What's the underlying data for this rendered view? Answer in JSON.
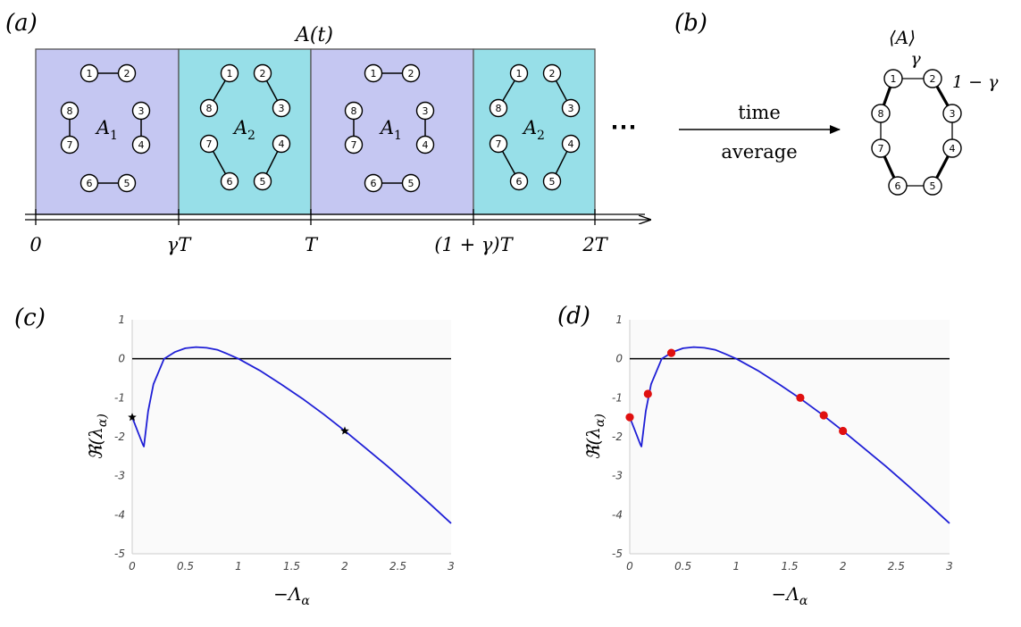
{
  "panel_labels": {
    "a": "(a)",
    "b": "(b)",
    "c": "(c)",
    "d": "(d)"
  },
  "schedule": {
    "title": "A(t)",
    "blocks": [
      {
        "label": "A",
        "sub": "1",
        "color": "#c5c7f2"
      },
      {
        "label": "A",
        "sub": "2",
        "color": "#97dfe8"
      },
      {
        "label": "A",
        "sub": "1",
        "color": "#c5c7f2"
      },
      {
        "label": "A",
        "sub": "2",
        "color": "#97dfe8"
      }
    ],
    "ellipsis": "⋯",
    "time_ticks": [
      "0",
      "γT",
      "T",
      "(1 + γ)T",
      "2T"
    ]
  },
  "average": {
    "arrow_top": "time",
    "arrow_bottom": "average",
    "title": "⟨A⟩",
    "gamma_label": "γ",
    "one_minus_gamma_label": "1 − γ"
  },
  "node_labels": [
    "1",
    "2",
    "3",
    "4",
    "5",
    "6",
    "7",
    "8"
  ],
  "plot_axes": {
    "ylabel": "ℜ(λ_α)",
    "xlabel": "−Λ_α",
    "xticks": [
      "0",
      "0.5",
      "1",
      "1.5",
      "2",
      "2.5",
      "3"
    ],
    "yticks": [
      "1",
      "0",
      "-1",
      "-2",
      "-3",
      "-4",
      "-5"
    ]
  },
  "colors": {
    "curve": "#1f1fd6",
    "zero_line": "#000000",
    "dots": "#e01010",
    "stars": "#000000"
  },
  "chart_data": [
    {
      "type": "line",
      "xlim": [
        0,
        3
      ],
      "ylim": [
        -5,
        1
      ],
      "grid": false,
      "series": [
        {
          "values_x": [
            0,
            0.05,
            0.1,
            0.11,
            0.15,
            0.2,
            0.3,
            0.4,
            0.5,
            0.6,
            0.7,
            0.8,
            0.9,
            1.0,
            1.2,
            1.4,
            1.6,
            1.8,
            2.0,
            2.2,
            2.4,
            2.6,
            2.8,
            3.0
          ],
          "values_y": [
            -1.5,
            -1.85,
            -2.2,
            -2.25,
            -1.35,
            -0.65,
            0.0,
            0.17,
            0.27,
            0.3,
            0.28,
            0.23,
            0.12,
            0.0,
            -0.3,
            -0.65,
            -1.02,
            -1.42,
            -1.85,
            -2.3,
            -2.75,
            -3.23,
            -3.72,
            -4.22
          ]
        }
      ],
      "hline_y": 0,
      "markers": {
        "shape": "star",
        "points": [
          [
            0,
            -1.5
          ],
          [
            2.0,
            -1.85
          ]
        ]
      }
    },
    {
      "type": "line",
      "xlim": [
        0,
        3
      ],
      "ylim": [
        -5,
        1
      ],
      "grid": false,
      "series": [
        {
          "values_x": [
            0,
            0.05,
            0.1,
            0.11,
            0.15,
            0.2,
            0.3,
            0.4,
            0.5,
            0.6,
            0.7,
            0.8,
            0.9,
            1.0,
            1.2,
            1.4,
            1.6,
            1.8,
            2.0,
            2.2,
            2.4,
            2.6,
            2.8,
            3.0
          ],
          "values_y": [
            -1.5,
            -1.85,
            -2.2,
            -2.25,
            -1.35,
            -0.65,
            0.0,
            0.17,
            0.27,
            0.3,
            0.28,
            0.23,
            0.12,
            0.0,
            -0.3,
            -0.65,
            -1.02,
            -1.42,
            -1.85,
            -2.3,
            -2.75,
            -3.23,
            -3.72,
            -4.22
          ]
        }
      ],
      "hline_y": 0,
      "markers": {
        "shape": "dot",
        "points": [
          [
            0,
            -1.5
          ],
          [
            0.17,
            -0.9
          ],
          [
            0.39,
            0.15
          ],
          [
            1.6,
            -1.0
          ],
          [
            1.82,
            -1.45
          ],
          [
            2.0,
            -1.85
          ]
        ]
      }
    }
  ]
}
